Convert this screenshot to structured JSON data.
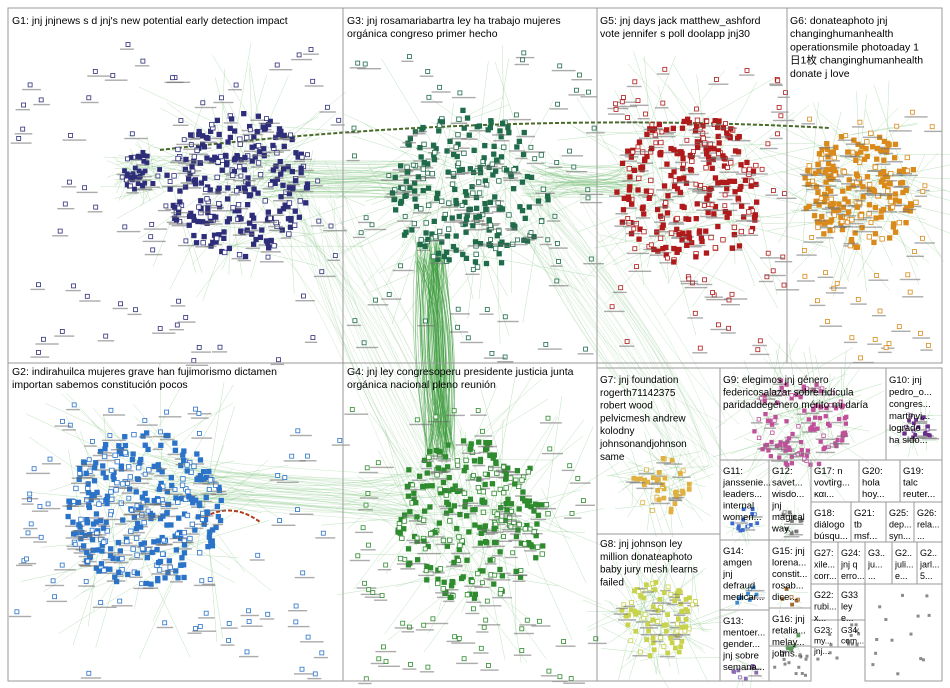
{
  "colors": {
    "G1": "#2d2d7a",
    "G2": "#2a73c8",
    "G3": "#1f6b4a",
    "G4": "#2e8b2e",
    "G5": "#b01a1a",
    "G6": "#d98a1a",
    "G7": "#e0b040",
    "G8": "#c8d24a",
    "G9": "#c0509a",
    "G10": "#6a2d8a",
    "G11": "#3a6ad0",
    "G12": "#7a7a7a",
    "G13": "#8a6ab0",
    "G14": "#3a8ad0",
    "G15": "#a06a30",
    "G16": "#5a9a5a",
    "edge_green": "#8ac88a",
    "edge_dark": "#4a6a2a",
    "border": "#9a9a9a"
  },
  "groups": [
    {
      "id": "G1",
      "lines": [
        "G1: jnj jnjnews s d jnj's new potential early detection impact"
      ]
    },
    {
      "id": "G2",
      "lines": [
        "G2: indirahuilca mujeres grave han fujimorismo dictamen",
        "importan sabemos constitución pocos"
      ]
    },
    {
      "id": "G3",
      "lines": [
        "G3: jnj rosamariabartra ley ha trabajo mujeres",
        "orgánica congreso primer hecho"
      ]
    },
    {
      "id": "G4",
      "lines": [
        "G4: jnj ley congresoperu presidente justicia junta",
        "orgánica nacional pleno reunión"
      ]
    },
    {
      "id": "G5",
      "lines": [
        "G5: jnj days jack matthew_ashford",
        "vote jennifer s poll doolapp jnj30"
      ]
    },
    {
      "id": "G6",
      "lines": [
        "G6: donateaphoto jnj",
        "changinghumanhealth",
        "operationsmile photoaday 1",
        "日1枚 changinghumanhealth",
        "donate j love"
      ]
    },
    {
      "id": "G7",
      "lines": [
        "G7: jnj foundation",
        "rogerth71142375",
        "robert wood",
        "pelvicmesh andrew",
        "kolodny",
        "johnsonandjohnson",
        "same"
      ]
    },
    {
      "id": "G8",
      "lines": [
        "G8: jnj johnson ley",
        "million donateaphoto",
        "baby jury mesh learns",
        "failed"
      ]
    },
    {
      "id": "G9",
      "lines": [
        "G9: elegimos jnj género",
        "federicosalazar sobre ridícula",
        "paridaddegénero mérito mi daría"
      ]
    },
    {
      "id": "G10",
      "lines": [
        "G10: jnj",
        "pedro_o...",
        "congres...",
        "martinvi...",
        "logrado",
        "ha sido..."
      ]
    },
    {
      "id": "G11",
      "lines": [
        "G11:",
        "janssenie...",
        "leaders...",
        "internal",
        "women..."
      ]
    },
    {
      "id": "G12",
      "lines": [
        "G12:",
        "savet...",
        "wisdo...",
        "jnj",
        "magical",
        "way..."
      ]
    },
    {
      "id": "G17",
      "lines": [
        "G17: n",
        "vovtirg...",
        "και..."
      ]
    },
    {
      "id": "G20",
      "lines": [
        "G20:",
        "hola",
        "hoy..."
      ]
    },
    {
      "id": "G19",
      "lines": [
        "G19:",
        "talc",
        "reuter..."
      ]
    },
    {
      "id": "G18",
      "lines": [
        "G18:",
        "diálogo",
        "búsqu..."
      ]
    },
    {
      "id": "G21",
      "lines": [
        "G21:",
        "tb",
        "msf..."
      ]
    },
    {
      "id": "G25",
      "lines": [
        "G25:",
        "dep...",
        "syn..."
      ]
    },
    {
      "id": "G26",
      "lines": [
        "G26:",
        "rela...",
        "..."
      ]
    },
    {
      "id": "G14",
      "lines": [
        "G14:",
        "amgen",
        "jnj",
        "defraud",
        "medicar..."
      ]
    },
    {
      "id": "G15",
      "lines": [
        "G15: jnj",
        "lorena...",
        "constit...",
        "rosab...",
        "dice..."
      ]
    },
    {
      "id": "G27",
      "lines": [
        "G27:",
        "xile...",
        "corr..."
      ]
    },
    {
      "id": "G24",
      "lines": [
        "G24:",
        "jnj q",
        "erro..."
      ]
    },
    {
      "id": "G3x",
      "lines": [
        "G3..",
        "ju...",
        "..."
      ]
    },
    {
      "id": "G2x",
      "lines": [
        "G2..",
        "juli...",
        "e..."
      ]
    },
    {
      "id": "G2y",
      "lines": [
        "G2..",
        "jarl...",
        "5..."
      ]
    },
    {
      "id": "G22",
      "lines": [
        "G22:",
        "rubi...",
        "x..."
      ]
    },
    {
      "id": "G33",
      "lines": [
        "G33",
        "ley",
        "e..."
      ]
    },
    {
      "id": "G13",
      "lines": [
        "G13:",
        "mentoer...",
        "gender...",
        "jnj sobre",
        "semana..."
      ]
    },
    {
      "id": "G16",
      "lines": [
        "G16: jnj",
        "retalia...",
        "melay...",
        "johns..."
      ]
    },
    {
      "id": "G23",
      "lines": [
        "G23:",
        "my...",
        "jnj..."
      ]
    },
    {
      "id": "G34",
      "lines": [
        "G34:",
        "com..."
      ]
    }
  ]
}
